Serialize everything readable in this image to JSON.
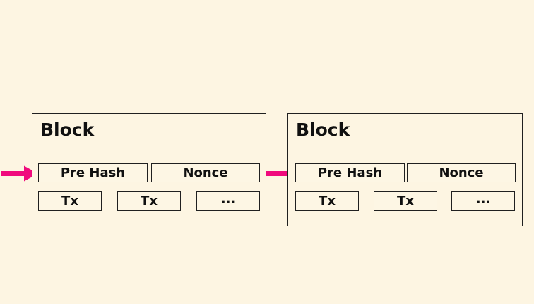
{
  "theme": {
    "background": "#FDF5E2",
    "box_fill": "#FDF6E4",
    "border": "#202020",
    "arrow": "#F00A7D",
    "text": "#101010"
  },
  "diagram": {
    "description": "blockchain-blocks-diagram"
  },
  "blocks": [
    {
      "title": "Block",
      "header_fields": [
        {
          "label": "Pre Hash"
        },
        {
          "label": "Nonce"
        }
      ],
      "transactions": [
        {
          "label": "Tx"
        },
        {
          "label": "Tx"
        },
        {
          "label": "..."
        }
      ]
    },
    {
      "title": "Block",
      "header_fields": [
        {
          "label": "Pre Hash"
        },
        {
          "label": "Nonce"
        }
      ],
      "transactions": [
        {
          "label": "Tx"
        },
        {
          "label": "Tx"
        },
        {
          "label": "..."
        }
      ]
    }
  ]
}
